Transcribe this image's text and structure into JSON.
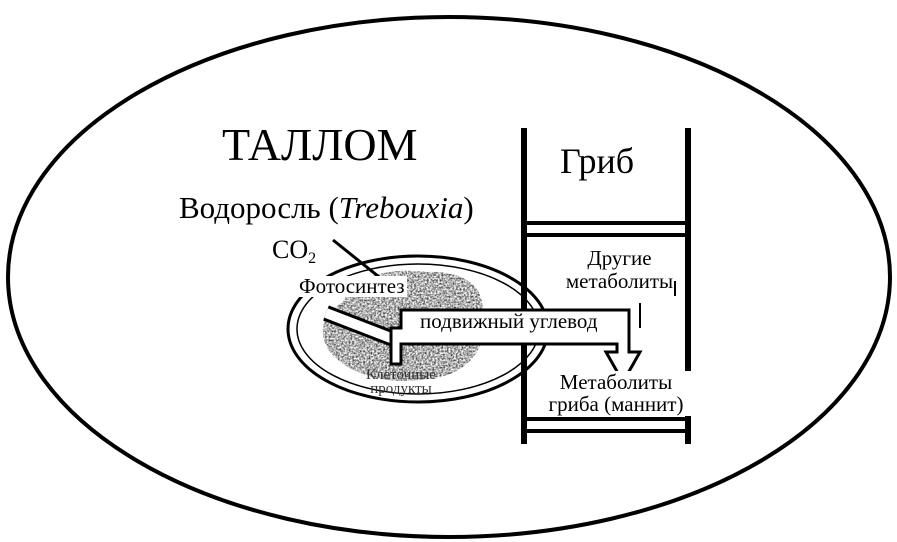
{
  "labels": {
    "thallus": "ТАЛЛОМ",
    "alga_prefix": "Водоросль (",
    "alga_genus": "Trebouxia",
    "alga_suffix": ")",
    "co2_main": "CO",
    "co2_sub": "2",
    "photosynthesis": "Фотосинтез",
    "mobile_carbohydrate": "подвижный углевод",
    "cell_products_line1": "Клеточные",
    "cell_products_line2": "продукты",
    "fungus": "Гриб",
    "other_metabolites_line1": "Другие",
    "other_metabolites_line2": "метаболиты",
    "fungal_metabolites_line1": "Метаболиты",
    "fungal_metabolites_line2": "гриба (маннит)"
  }
}
